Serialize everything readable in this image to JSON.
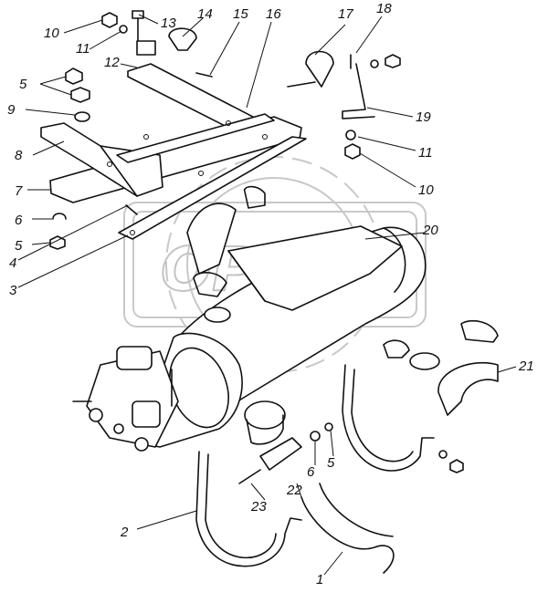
{
  "watermark": {
    "text": "OPEX"
  },
  "labels": {
    "l1": "1",
    "l2": "2",
    "l3": "3",
    "l4": "4",
    "l5a": "5",
    "l5b": "5",
    "l5c": "5",
    "l6a": "6",
    "l6b": "6",
    "l7": "7",
    "l8": "8",
    "l9": "9",
    "l10a": "10",
    "l10b": "10",
    "l11a": "11",
    "l11b": "11",
    "l12": "12",
    "l13": "13",
    "l14": "14",
    "l15": "15",
    "l16": "16",
    "l17": "17",
    "l18": "18",
    "l19": "19",
    "l20": "20",
    "l21": "21",
    "l22": "22",
    "l23": "23"
  }
}
